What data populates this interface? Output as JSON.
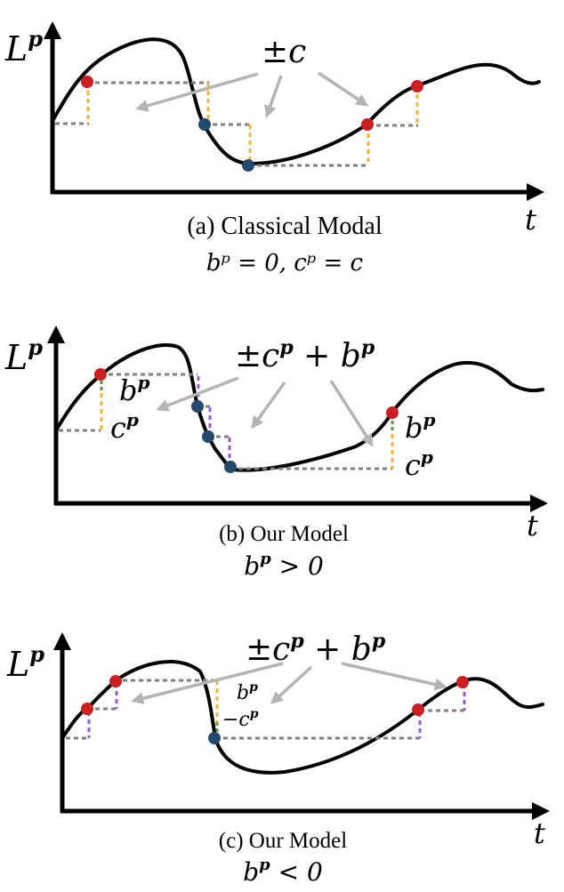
{
  "colors": {
    "curve": "#000000",
    "guide_gray": "#808080",
    "offset_orange": "#F5B431",
    "offset_purple": "#9B59D0",
    "offset_green": "#5A9A3A",
    "arrow": "#B4B4B4",
    "point_red": "#CC1F1F",
    "point_blue": "#24496F"
  },
  "panels": [
    {
      "id": "a",
      "y_label_base": "L",
      "y_label_sup": "p",
      "x_label": "t",
      "annotation": "±c",
      "caption": "(a) Classical Modal",
      "condition": "bᵖ = 0, cᵖ = c"
    },
    {
      "id": "b",
      "y_label_base": "L",
      "y_label_sup": "p",
      "x_label": "t",
      "annotation_pm": "±c",
      "annotation_sup1": "p",
      "annotation_plus": " + b",
      "annotation_sup2": "p",
      "label_b": "b",
      "label_b_sup": "p",
      "label_c": "c",
      "label_c_sup": "p",
      "caption": "(b) Our Model",
      "condition_base": "b",
      "condition_sup": "p",
      "condition_rest": " > 0"
    },
    {
      "id": "c",
      "y_label_base": "L",
      "y_label_sup": "p",
      "x_label": "t",
      "annotation_pm": "±c",
      "annotation_sup1": "p",
      "annotation_plus": " + b",
      "annotation_sup2": "p",
      "label_b": "b",
      "label_b_sup": "p",
      "label_c": "−c",
      "label_c_sup": "p",
      "caption": "(c) Our Model",
      "condition_base": "b",
      "condition_sup": "p",
      "condition_rest": " < 0"
    }
  ]
}
